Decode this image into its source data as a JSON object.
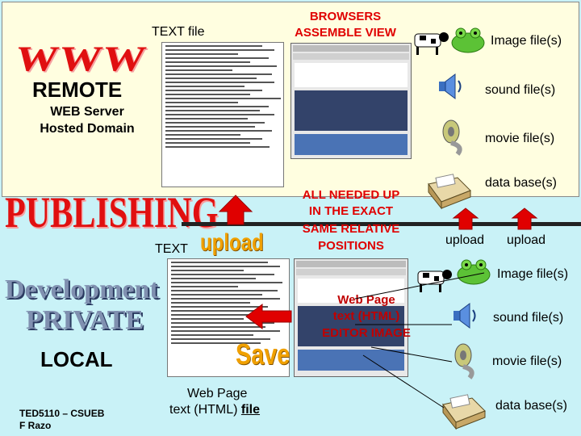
{
  "top": {
    "www": "WWW",
    "remote": "REMOTE",
    "web_server": "WEB Server",
    "hosted_domain": "Hosted Domain",
    "text_file": "TEXT file",
    "browsers_line1": "BROWSERS",
    "browsers_line2": "ASSEMBLE VIEW",
    "items": [
      "Image file(s)",
      "sound file(s)",
      "movie file(s)",
      "data base(s)"
    ]
  },
  "middle": {
    "publishing": "PUBLISHING",
    "text": "TEXT",
    "upload_art": "upload",
    "caption": [
      "ALL NEEDED UP",
      "IN THE EXACT",
      "SAME RELATIVE",
      "POSITIONS"
    ],
    "upload_left": "upload",
    "upload_right": "upload"
  },
  "bottom": {
    "development": "Development",
    "private": "PRIVATE",
    "local": "LOCAL",
    "editor_caption": [
      "Web Page",
      "text (HTML)",
      "EDITOR IMAGE"
    ],
    "save_art": "Save",
    "items": [
      "Image file(s)",
      "sound file(s)",
      "movie file(s)",
      "data base(s)"
    ],
    "web_page_label_1": "Web Page",
    "web_page_label_2": "text (HTML)",
    "web_page_file": "file",
    "credit_1": "TED5110 – CSUEB",
    "credit_2": "F Razo"
  },
  "colors": {
    "background": "#c9f2f7",
    "remote_panel": "#fffee0",
    "accent_red": "#e00000",
    "upload_orange": "#f0a000"
  }
}
